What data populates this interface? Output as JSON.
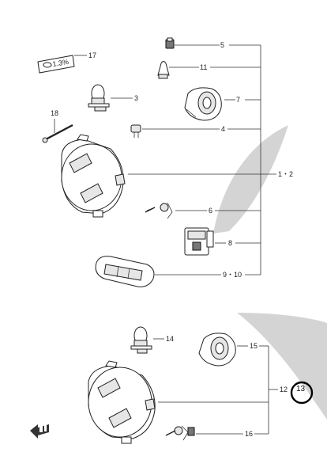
{
  "callouts": {
    "c1": "5",
    "c2": "11",
    "c3": "3",
    "c4": "7",
    "c5": "4",
    "c6": "1・2",
    "c7": "6",
    "c8": "8",
    "c9": "9・10",
    "c10": "17",
    "c11": "18",
    "c12": "14",
    "c13": "15",
    "c14": "12",
    "c15": "13",
    "c16": "16"
  },
  "badge_text": "1.3%",
  "colors": {
    "shadow": "#d4d4d4",
    "line": "#333333",
    "highlight_circle": "#000000"
  }
}
